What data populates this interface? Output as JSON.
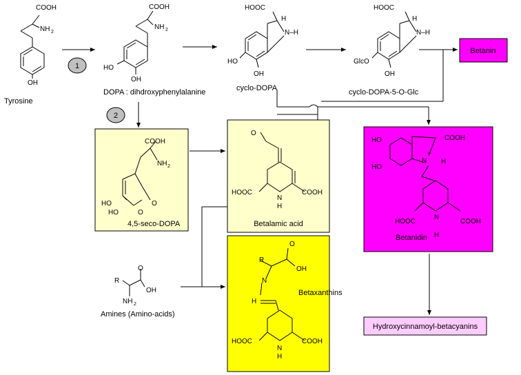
{
  "colors": {
    "box_pale": "#ffffcc",
    "box_yellow": "#ffff00",
    "box_magenta": "#ff00ff",
    "box_pink": "#ffccff",
    "step_badge": "#c0c0c0"
  },
  "compounds": {
    "tyrosine": "Tyrosine",
    "dopa": "DOPA : dihdroxyphenylalanine",
    "cyclo_dopa": "cyclo-DOPA",
    "cyclo_dopa_glc": "cyclo-DOPA-5-O-Glc",
    "betanin": "Betanin",
    "seco_dopa": "4,5-seco-DOPA",
    "betalamic_acid": "Betalamic acid",
    "betanidin": "Betanidin",
    "amines": "Amines (Amino-acids)",
    "betaxanthins": "Betaxanthins",
    "hydroxycinnamoyl": "Hydroxycinnamoyl-betacyanins"
  },
  "steps": {
    "step1": "1",
    "step2": "2"
  },
  "atoms": {
    "cooh": "COOH",
    "hooc": "HOOC",
    "nh": "NH",
    "two": "2",
    "oh": "OH",
    "ho": "HO",
    "n_h": "N–H",
    "h": "H",
    "hn": "H",
    "n": "N",
    "glco": "GlcO",
    "o": "O",
    "r": "R",
    "plus": "+"
  }
}
